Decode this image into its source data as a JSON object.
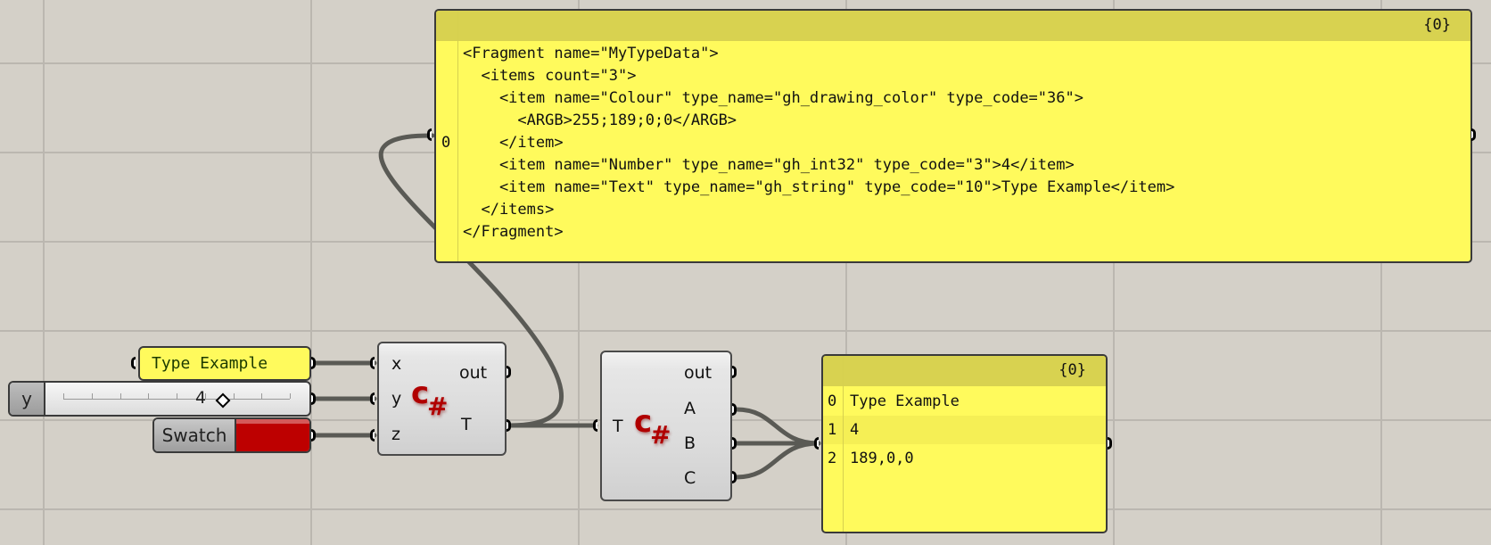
{
  "canvas": {
    "background": "#d4d0c8"
  },
  "xml_panel": {
    "path_label": "{0}",
    "input_index": "0",
    "lines": [
      "<Fragment name=\"MyTypeData\">",
      "  <items count=\"3\">",
      "    <item name=\"Colour\" type_name=\"gh_drawing_color\" type_code=\"36\">",
      "      <ARGB>255;189;0;0</ARGB>",
      "    </item>",
      "    <item name=\"Number\" type_name=\"gh_int32\" type_code=\"3\">4</item>",
      "    <item name=\"Text\" type_name=\"gh_string\" type_code=\"10\">Type Example</item>",
      "  </items>",
      "</Fragment>"
    ],
    "color": "#fffa5c"
  },
  "string_panel": {
    "text": "Type Example"
  },
  "number_slider": {
    "nickname": "y",
    "value": "4",
    "fraction": 0.69
  },
  "colour_swatch": {
    "label": "Swatch",
    "color": "#bd0000"
  },
  "csharp_encode": {
    "icon": "csharp-icon",
    "inputs": [
      "x",
      "y",
      "z"
    ],
    "outputs": [
      "out",
      "T"
    ]
  },
  "csharp_decode": {
    "icon": "csharp-icon",
    "inputs": [
      "T"
    ],
    "outputs": [
      "out",
      "A",
      "B",
      "C"
    ]
  },
  "result_panel": {
    "path_label": "{0}",
    "items": [
      {
        "index": "0",
        "value": "Type Example"
      },
      {
        "index": "1",
        "value": "4"
      },
      {
        "index": "2",
        "value": "189,0,0"
      }
    ]
  }
}
